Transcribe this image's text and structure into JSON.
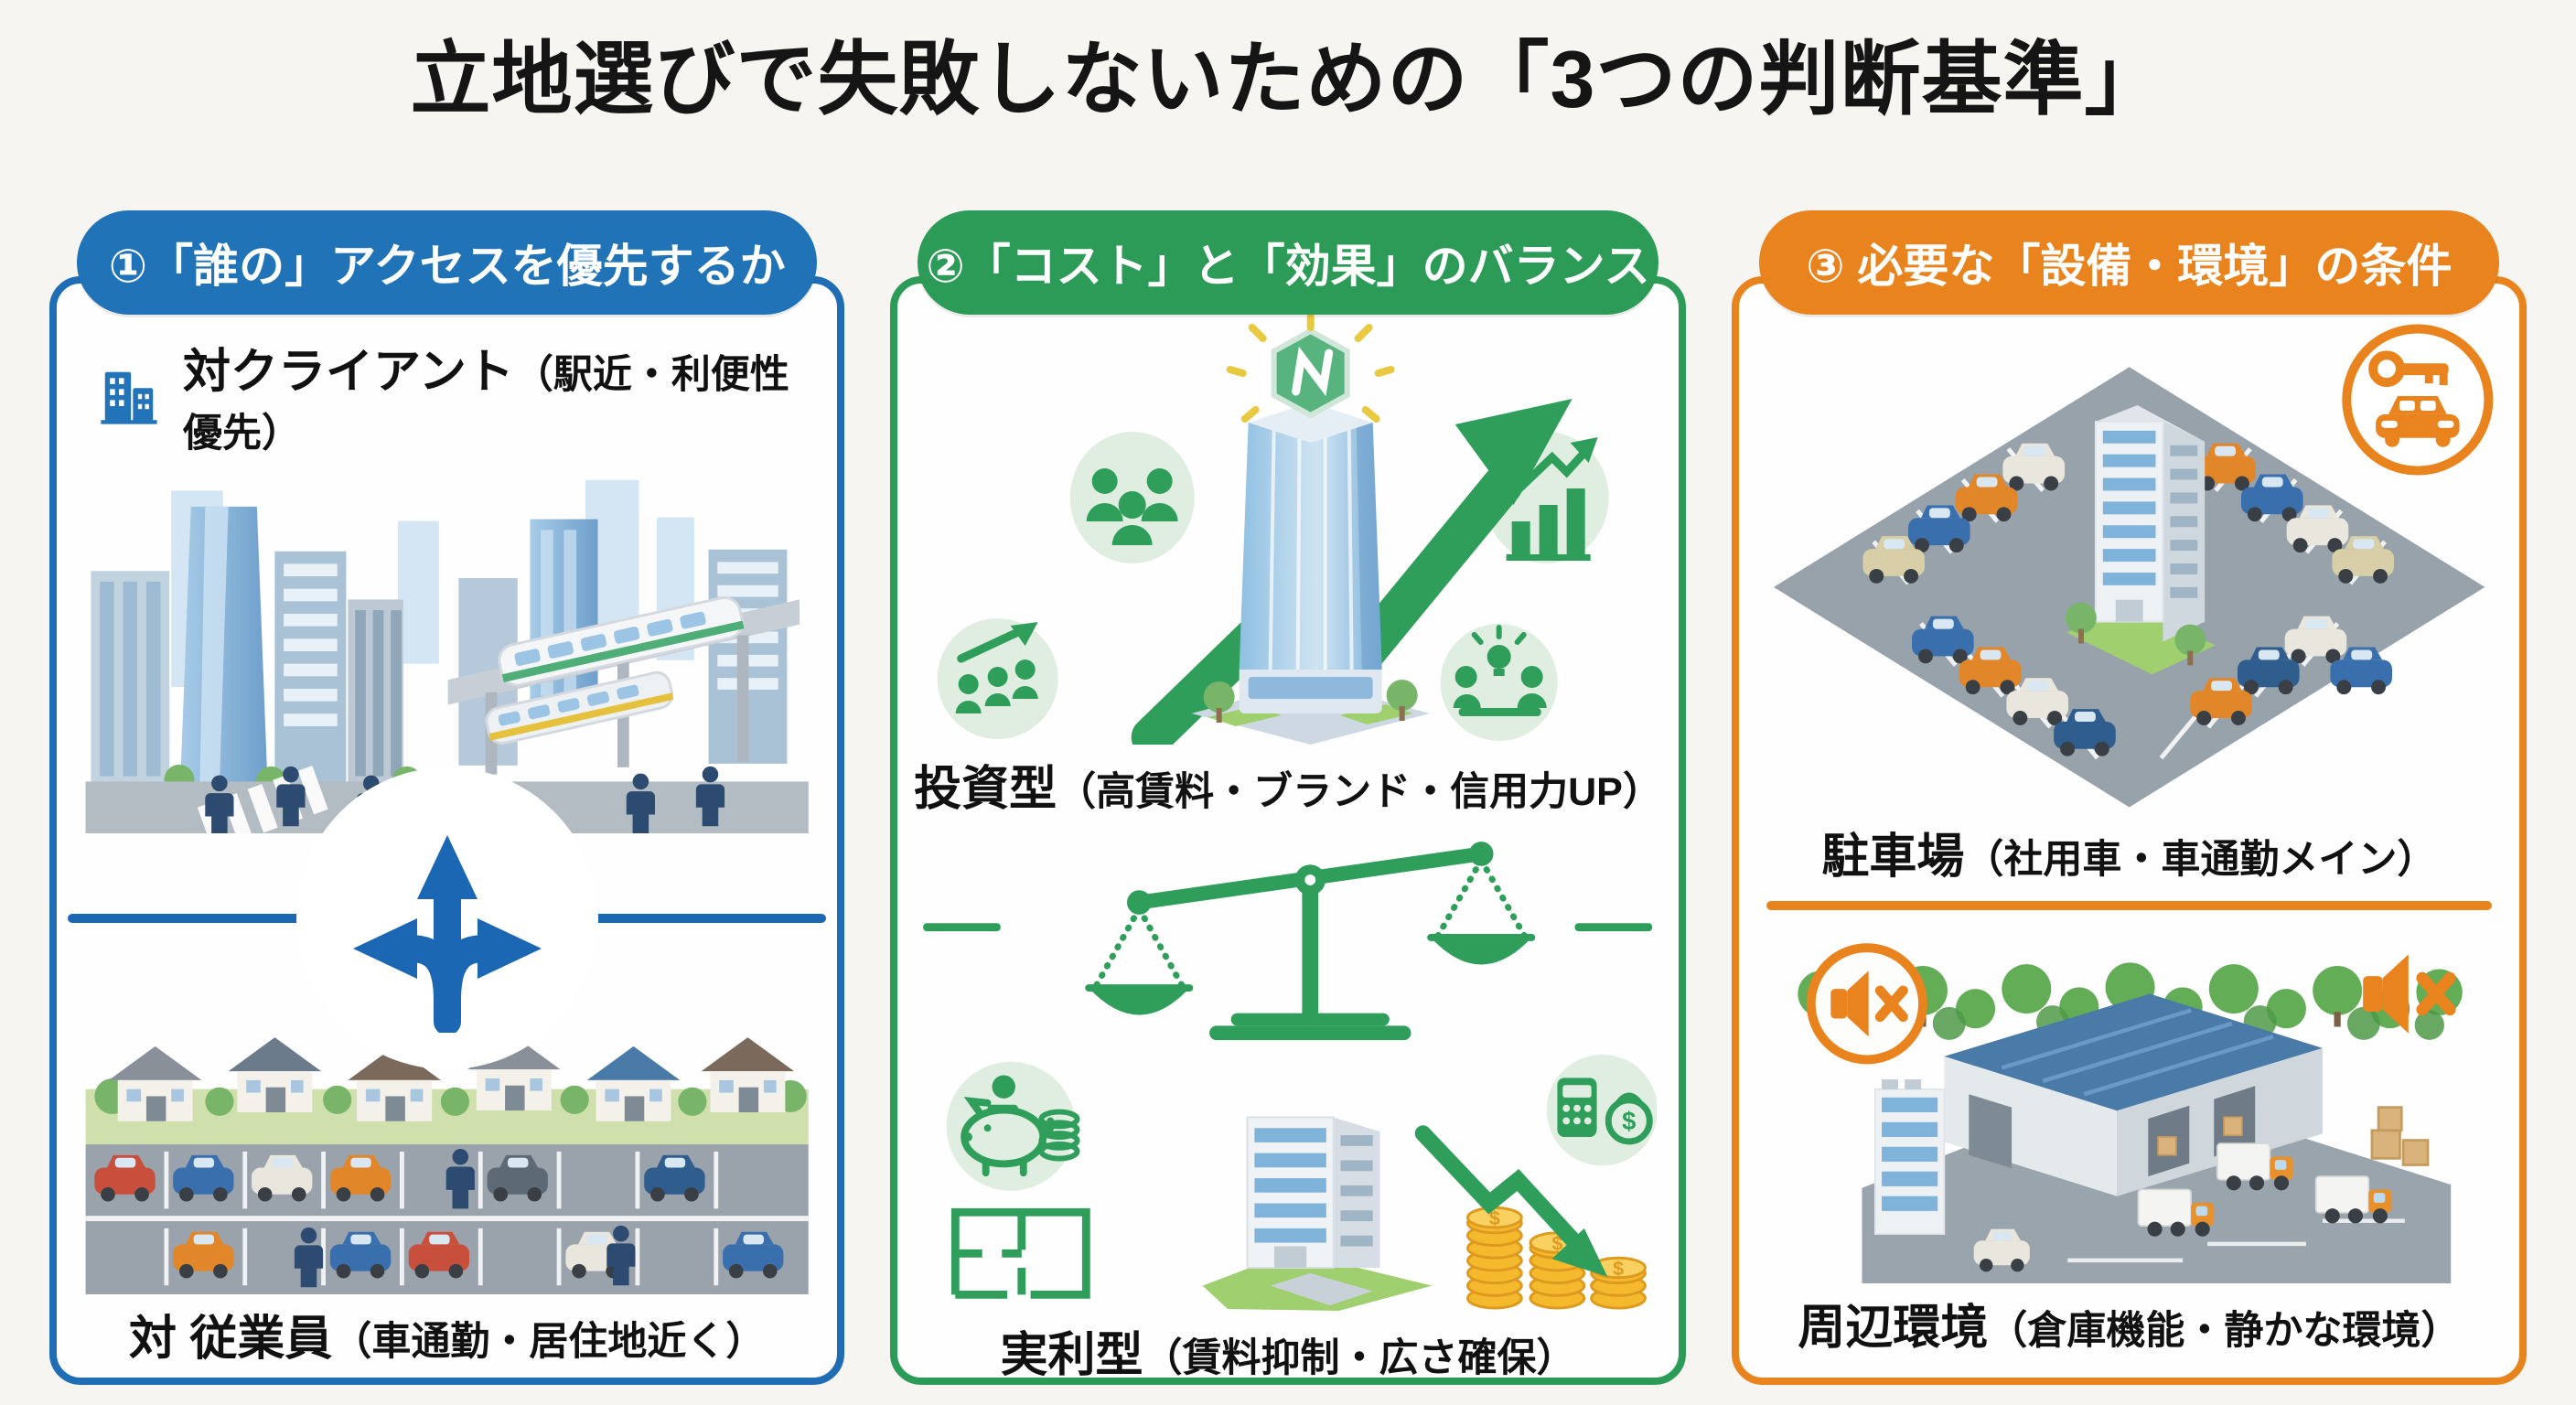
{
  "title": "立地選びで失敗しないための「3つの判断基準」",
  "colors": {
    "background": "#f7f5f1",
    "panel_background": "#fefefe",
    "blue_accent": "#2173b7",
    "green_accent": "#2d9b58",
    "orange_accent": "#e8831d",
    "title_text": "#151515",
    "label_text": "#111111"
  },
  "panels": [
    {
      "header": "①「誰の」アクセスを優先するか",
      "accent": "#2173b7",
      "top_label": "対クライアント",
      "top_sub": "（駅近・利便性優先）",
      "bottom_label": "対 従業員",
      "bottom_sub": "（車通勤・居住地近く）"
    },
    {
      "header": "②「コスト」と「効果」のバランス",
      "accent": "#2d9b58",
      "top_label": "投資型",
      "top_sub": "（高賃料・ブランド・信用力UP）",
      "bottom_label": "実利型",
      "bottom_sub": "（賃料抑制・広さ確保）"
    },
    {
      "header": "③ 必要な「設備・環境」の条件",
      "accent": "#e8831d",
      "top_label": "駐車場",
      "top_sub": "（社用車・車通勤メイン）",
      "bottom_label": "周辺環境",
      "bottom_sub": "（倉庫機能・静かな環境）"
    }
  ],
  "icons": {
    "panel1_label_icon": "office-buildings-icon",
    "panel1_divider_icon": "three-way-arrow-icon",
    "panel2_scene_icons": [
      "team-icon",
      "people-growth-icon",
      "bar-chart-up-icon",
      "idea-meeting-icon",
      "shining-tower-icon",
      "up-trend-arrow-icon"
    ],
    "panel2_divider_icon": "balance-scale-icon",
    "panel2_bottom_icons": [
      "piggy-bank-icon",
      "floor-plan-icon",
      "office-building-icon",
      "coin-stacks-icon",
      "down-trend-arrow-icon",
      "calculator-money-bag-icon"
    ],
    "panel3_top_icon": "car-key-icon",
    "panel3_bottom_icons": [
      "mute-speaker-icon",
      "mute-speaker-icon"
    ]
  }
}
